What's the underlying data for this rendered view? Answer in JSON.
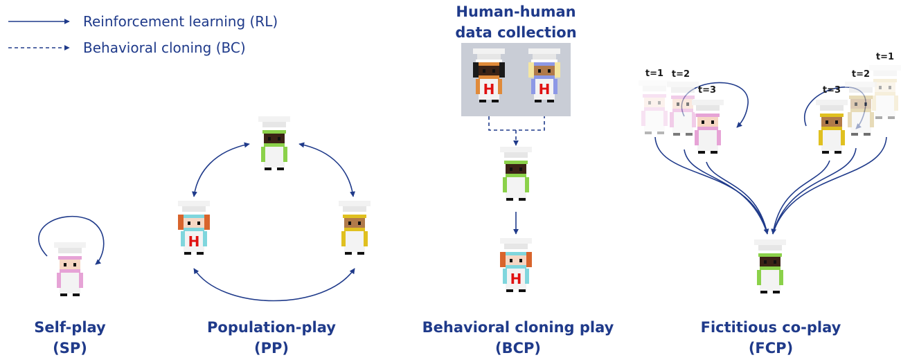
{
  "legend": {
    "rl_label": "Reinforcement learning (RL)",
    "bc_label": "Behavioral cloning (BC)"
  },
  "panels": {
    "sp": {
      "title": "Self-play",
      "abbr": "(SP)"
    },
    "pp": {
      "title": "Population-play",
      "abbr": "(PP)"
    },
    "bcp": {
      "title": "Behavioral cloning play",
      "abbr": "(BCP)",
      "collection_title_1": "Human-human",
      "collection_title_2": "data collection",
      "human_marker": "H"
    },
    "fcp": {
      "title": "Fictitious co-play",
      "abbr": "(FCP)",
      "checkpoints": [
        "t=1",
        "t=2",
        "t=3"
      ]
    }
  },
  "colors": {
    "accent": "#1f3a8a",
    "pink": "#e6a3d6",
    "green": "#8bd14a",
    "teal": "#7fd6dd",
    "gold": "#e0c020",
    "orange": "#e08a3a",
    "blue": "#8c98e6",
    "human_marker": "#e01010"
  },
  "icons": [
    "chef-agent-icon",
    "human-player-icon",
    "rl-arrow-icon",
    "bc-arrow-icon"
  ]
}
